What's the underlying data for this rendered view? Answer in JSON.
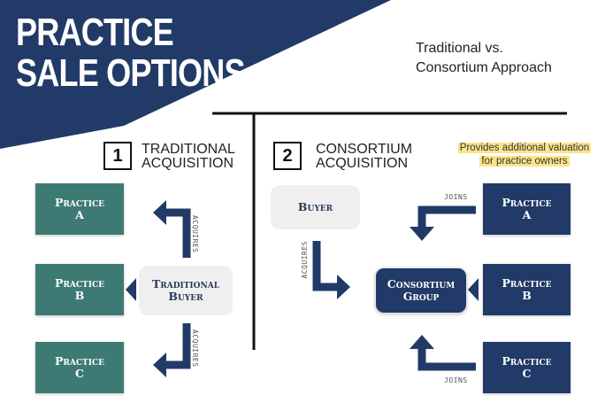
{
  "header": {
    "title_line1": "PRACTICE",
    "title_line2": "SALE OPTIONS",
    "subtitle_line1": "Traditional vs.",
    "subtitle_line2": "Consortium Approach"
  },
  "colors": {
    "navy": "#213a68",
    "teal": "#3e7a74",
    "light_gray": "#efefef",
    "highlight": "#fbe48a"
  },
  "traditional": {
    "number": "1",
    "heading_line1": "TRADITIONAL",
    "heading_line2": "ACQUISITION",
    "practices": [
      {
        "line1": "Practice",
        "line2": "A"
      },
      {
        "line1": "Practice",
        "line2": "B"
      },
      {
        "line1": "Practice",
        "line2": "C"
      }
    ],
    "buyer_line1": "Traditional",
    "buyer_line2": "Buyer",
    "arrow_label_top": "ACQUIRES",
    "arrow_label_bottom": "ACQUIRES"
  },
  "consortium": {
    "number": "2",
    "heading_line1": "CONSORTIUM",
    "heading_line2": "ACQUISITION",
    "note_line1": "Provides additional valuation",
    "note_line2": "for practice owners",
    "buyer": "Buyer",
    "group_line1": "Consortium",
    "group_line2": "Group",
    "practices": [
      {
        "line1": "Practice",
        "line2": "A"
      },
      {
        "line1": "Practice",
        "line2": "B"
      },
      {
        "line1": "Practice",
        "line2": "C"
      }
    ],
    "arrow_label_buyer": "ACQUIRES",
    "arrow_label_top": "JOINS",
    "arrow_label_bottom": "JOINS"
  }
}
